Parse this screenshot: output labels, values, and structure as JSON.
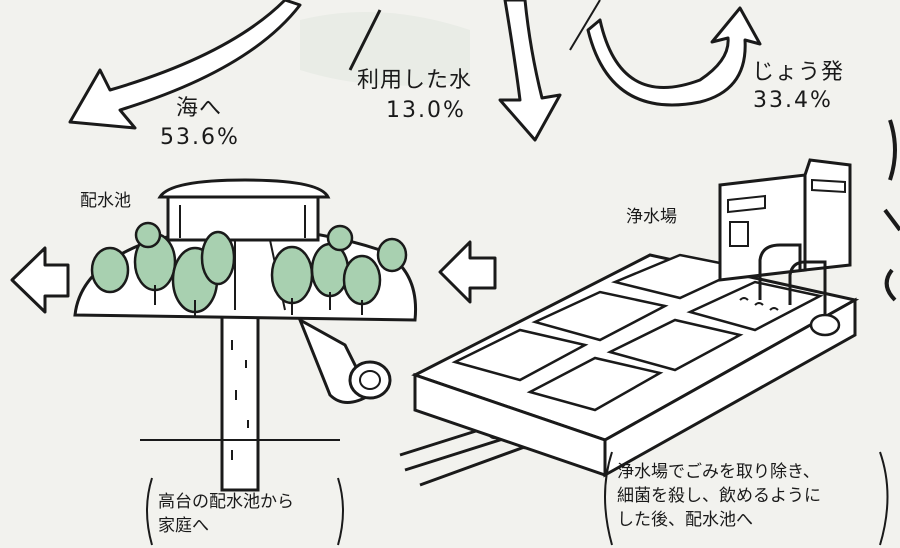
{
  "flows": {
    "sea": {
      "label": "海へ",
      "percent": "53.6%"
    },
    "used": {
      "label": "利用した水",
      "percent": "13.0%"
    },
    "evaporation": {
      "label": "じょう発",
      "percent": "33.4%"
    }
  },
  "places": {
    "reservoir": "配水池",
    "purification_plant": "浄水場"
  },
  "notes": {
    "reservoir": [
      "高台の配水池から",
      "家庭へ"
    ],
    "plant": [
      "浄水場でごみを取り除き、",
      "細菌を殺し、飲めるように",
      "した後、配水池へ"
    ]
  },
  "colors": {
    "ink": "#1a1a1a",
    "tree_green": "#a8d0b0",
    "hill": "#ffffff",
    "background": "#f2f2ee"
  }
}
